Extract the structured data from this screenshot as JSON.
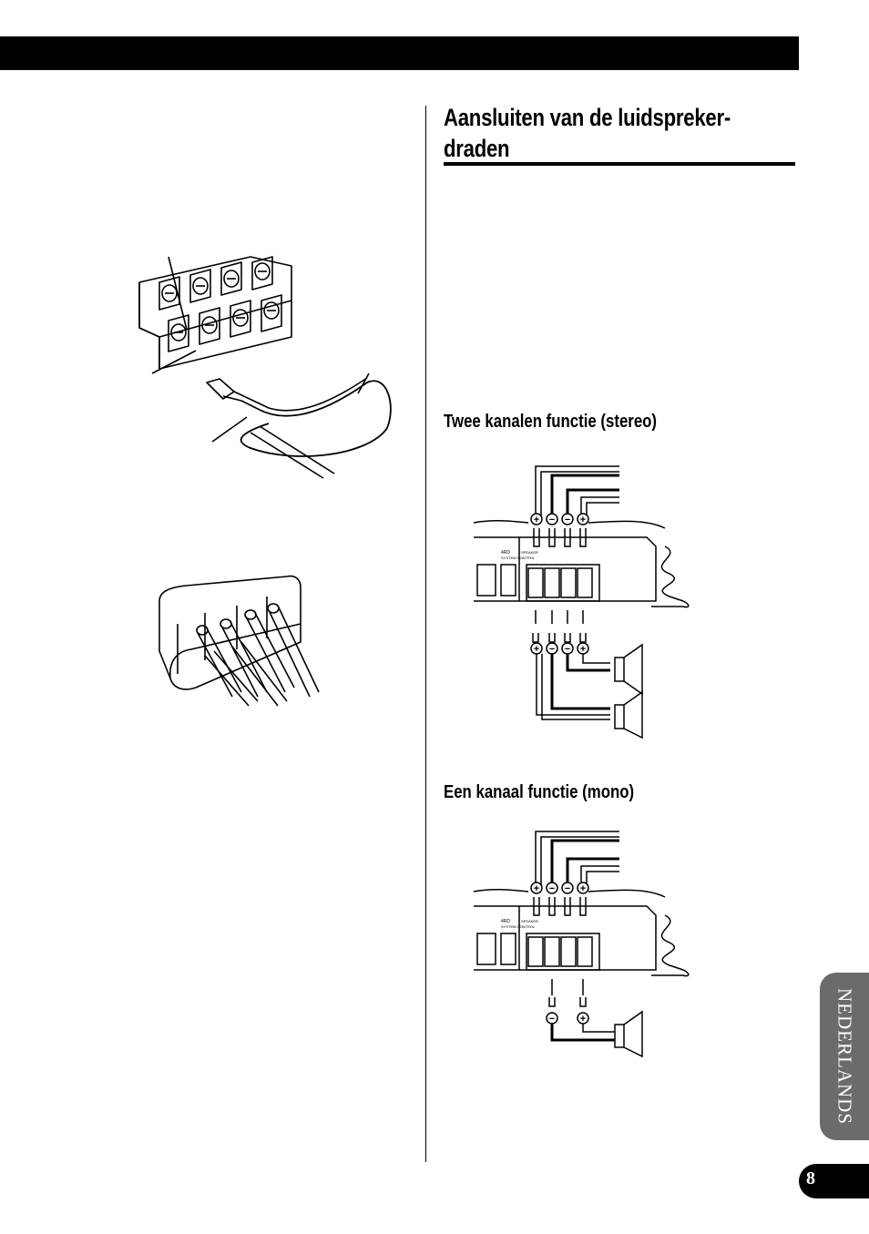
{
  "section": {
    "title": "Aansluiten van de luidspreker-draden",
    "title_line1": "Aansluiten van de luidspreker-",
    "title_line2": "draden"
  },
  "figures": {
    "stereo": {
      "caption": "Twee kanalen functie (stereo)",
      "top_signs": [
        "+",
        "−",
        "−",
        "+"
      ],
      "bottom_signs": [
        "+",
        "−",
        "−",
        "+"
      ]
    },
    "mono": {
      "caption": "Een kanaal functie (mono)",
      "top_signs": [
        "+",
        "−",
        "−",
        "+"
      ],
      "bottom_signs": [
        "−",
        "+"
      ]
    }
  },
  "amp_panel_labels": [
    "4RD",
    "SYSTEM CONTROL",
    "SPEAKER"
  ],
  "side_tab": {
    "language": "NEDERLANDS"
  },
  "page": {
    "number": "8"
  }
}
